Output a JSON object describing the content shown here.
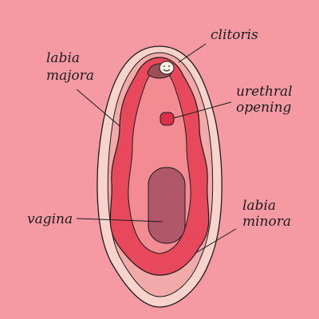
{
  "diagram": {
    "labels": {
      "clitoris": "clitoris",
      "labia_majora_line1": "labia",
      "labia_majora_line2": "majora",
      "urethral_line1": "urethral",
      "urethral_line2": "opening",
      "vagina": "vagina",
      "labia_minora_line1": "labia",
      "labia_minora_line2": "minora"
    },
    "colors": {
      "background": "#f59aa2",
      "outer": "#f8d3cc",
      "outer_pink": "#f1a9a9",
      "inner": "#e8485c",
      "inner_light": "#f38b93",
      "vaginal_opening": "#b0586a",
      "urethral_opening": "#dc2f4a",
      "clitoris_hood": "#9c4f57",
      "clitoris": "#fbeee4",
      "line": "#1c1c1c"
    }
  }
}
